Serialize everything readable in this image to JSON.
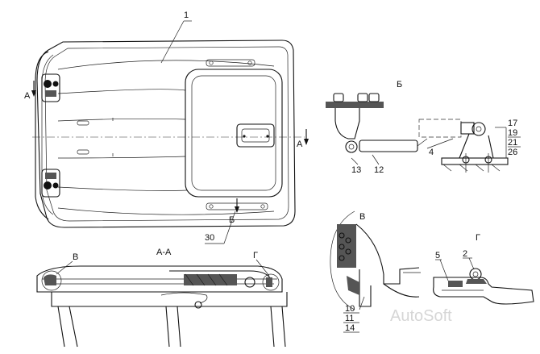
{
  "main_view": {
    "callout_1": "1",
    "section_a_left": "А",
    "section_a_right": "А",
    "view_b_marker": "Б",
    "callout_30": "30"
  },
  "section_aa": {
    "title": "А-А",
    "marker_v": "В",
    "marker_g": "Г"
  },
  "detail_b": {
    "title": "Б",
    "callouts": [
      "4",
      "12",
      "13",
      "17",
      "19",
      "21",
      "26"
    ]
  },
  "detail_v": {
    "title": "В",
    "callouts": [
      "10",
      "11",
      "14"
    ]
  },
  "detail_g": {
    "title": "Г",
    "callouts": [
      "5",
      "2"
    ]
  },
  "watermark": "AutoSoft"
}
